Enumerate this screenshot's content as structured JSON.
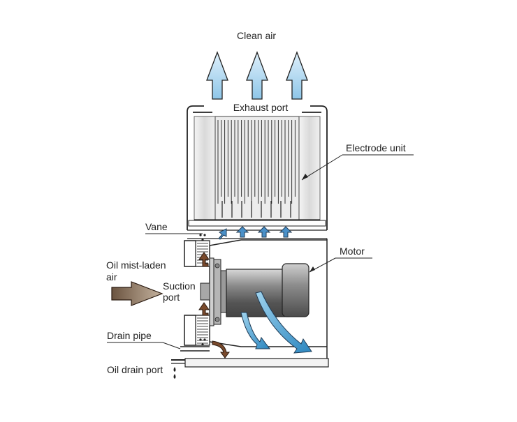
{
  "labels": {
    "clean_air": "Clean air",
    "exhaust_port": "Exhaust port",
    "electrode_unit": "Electrode unit",
    "vane": "Vane",
    "motor": "Motor",
    "oil_mist_line1": "Oil mist-laden",
    "oil_mist_line2": "air",
    "suction_line1": "Suction",
    "suction_line2": "port",
    "drain_pipe": "Drain pipe",
    "oil_drain_port": "Oil drain port"
  },
  "colors": {
    "clean_air_arrow": "#b9dcf2",
    "inflow_arrow": "#8a7560",
    "flow_arrow": "#3a96c8",
    "oil_arrow": "#7a4a2c",
    "motor_body": "#777777",
    "outline": "#222222"
  }
}
